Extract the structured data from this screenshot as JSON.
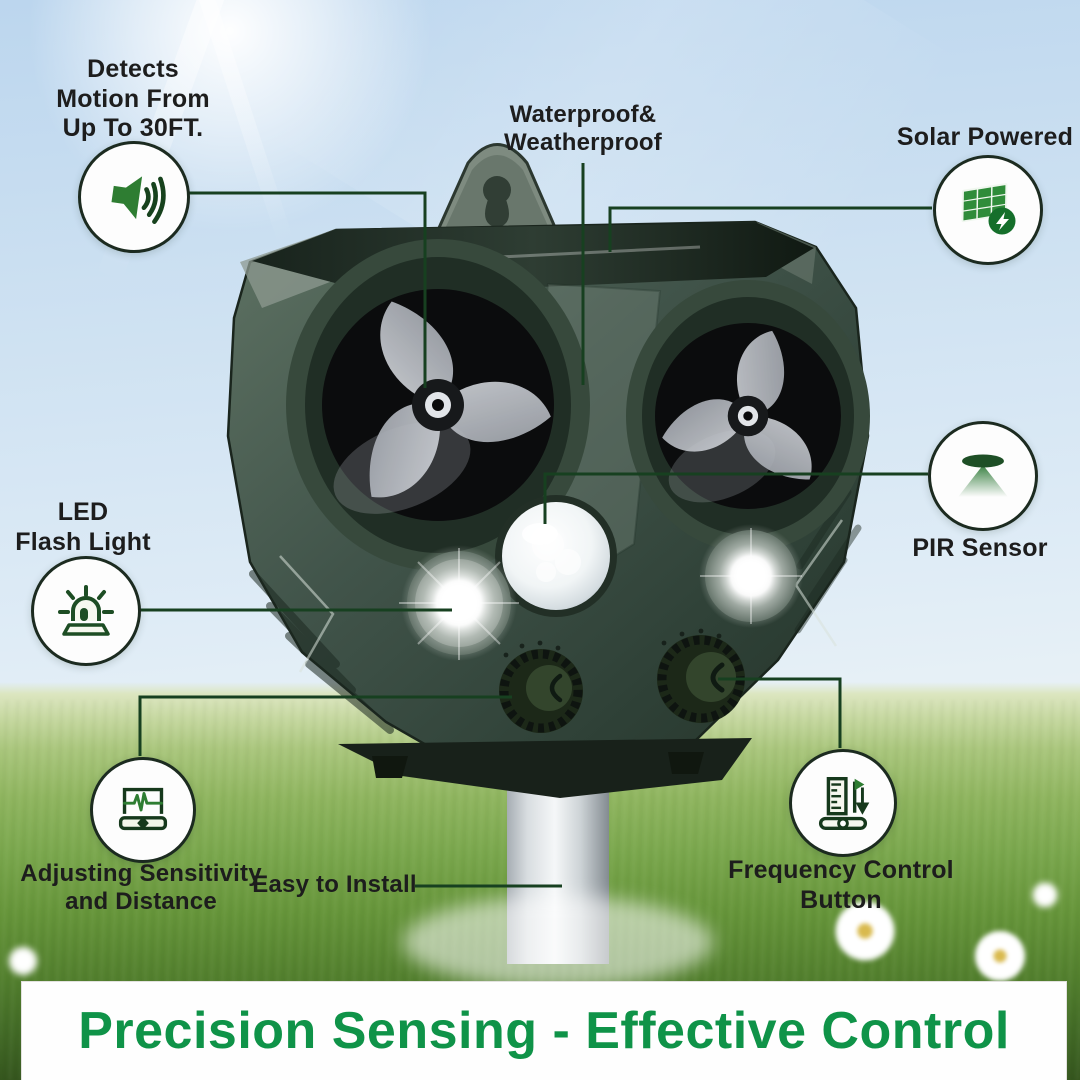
{
  "callouts": {
    "detects_motion": {
      "label": "Detects\nMotion From\nUp To 30FT.",
      "icon": "speaker-sound-icon"
    },
    "waterproof": {
      "label": "Waterproof&\nWeatherproof"
    },
    "solar": {
      "label": "Solar Powered",
      "icon": "solar-panel-icon"
    },
    "led_flash": {
      "label": "LED\nFlash Light",
      "icon": "led-beacon-icon"
    },
    "pir": {
      "label": "PIR Sensor",
      "icon": "pir-cone-icon"
    },
    "sensitivity": {
      "label": "Adjusting Sensitivity\nand Distance",
      "icon": "sensitivity-monitor-icon"
    },
    "install": {
      "label": "Easy to Install"
    },
    "frequency": {
      "label": "Frequency Control\nButton",
      "icon": "frequency-scale-icon"
    }
  },
  "banner": {
    "text": "Precision Sensing - Effective Control"
  },
  "colors": {
    "callout_line": "#174020",
    "label_text": "#1d1d1d",
    "banner_text": "#0f9348",
    "banner_bg": "#fefefe",
    "icon_green": "#2e7d32",
    "device_green": "#41544a"
  }
}
